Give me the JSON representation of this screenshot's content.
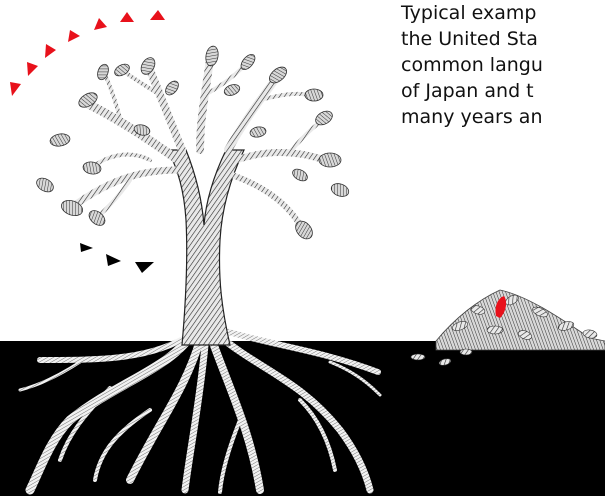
{
  "caption": {
    "text": "Typical examp\nthe United Sta\ncommon langu\nof Japan and t\nmany years an"
  },
  "illustration": {
    "tree": "tree-with-roots",
    "leaf_pile": "fallen-leaf-pile",
    "red_leaf": "red-leaf",
    "red_arrows": "red-triangle-arrows",
    "black_arrows": "black-triangle-arrows"
  },
  "colors": {
    "background": "#ffffff",
    "ground": "#000000",
    "accent_red": "#e8111b",
    "arrow_black": "#000000",
    "ink": "#111111"
  }
}
